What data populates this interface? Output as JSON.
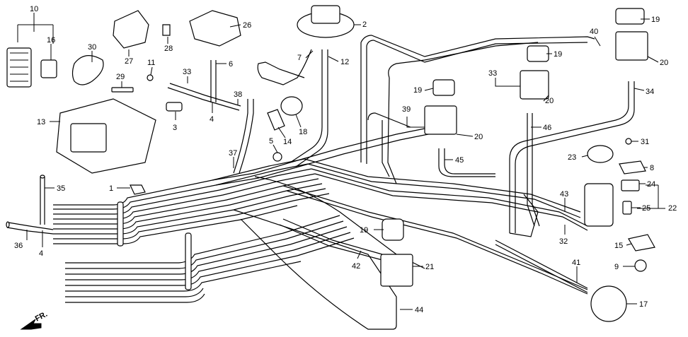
{
  "diagram": {
    "labels": [
      "10",
      "16",
      "30",
      "27",
      "28",
      "26",
      "2",
      "19",
      "40",
      "20",
      "11",
      "29",
      "33",
      "6",
      "7",
      "12",
      "19",
      "34",
      "13",
      "38",
      "19",
      "33",
      "20",
      "3",
      "4",
      "18",
      "39",
      "20",
      "14",
      "5",
      "46",
      "31",
      "37",
      "45",
      "23",
      "8",
      "1",
      "35",
      "24",
      "43",
      "25",
      "22",
      "36",
      "4",
      "19",
      "32",
      "15",
      "21",
      "42",
      "9",
      "41",
      "44",
      "17"
    ],
    "direction_label": "FR."
  }
}
